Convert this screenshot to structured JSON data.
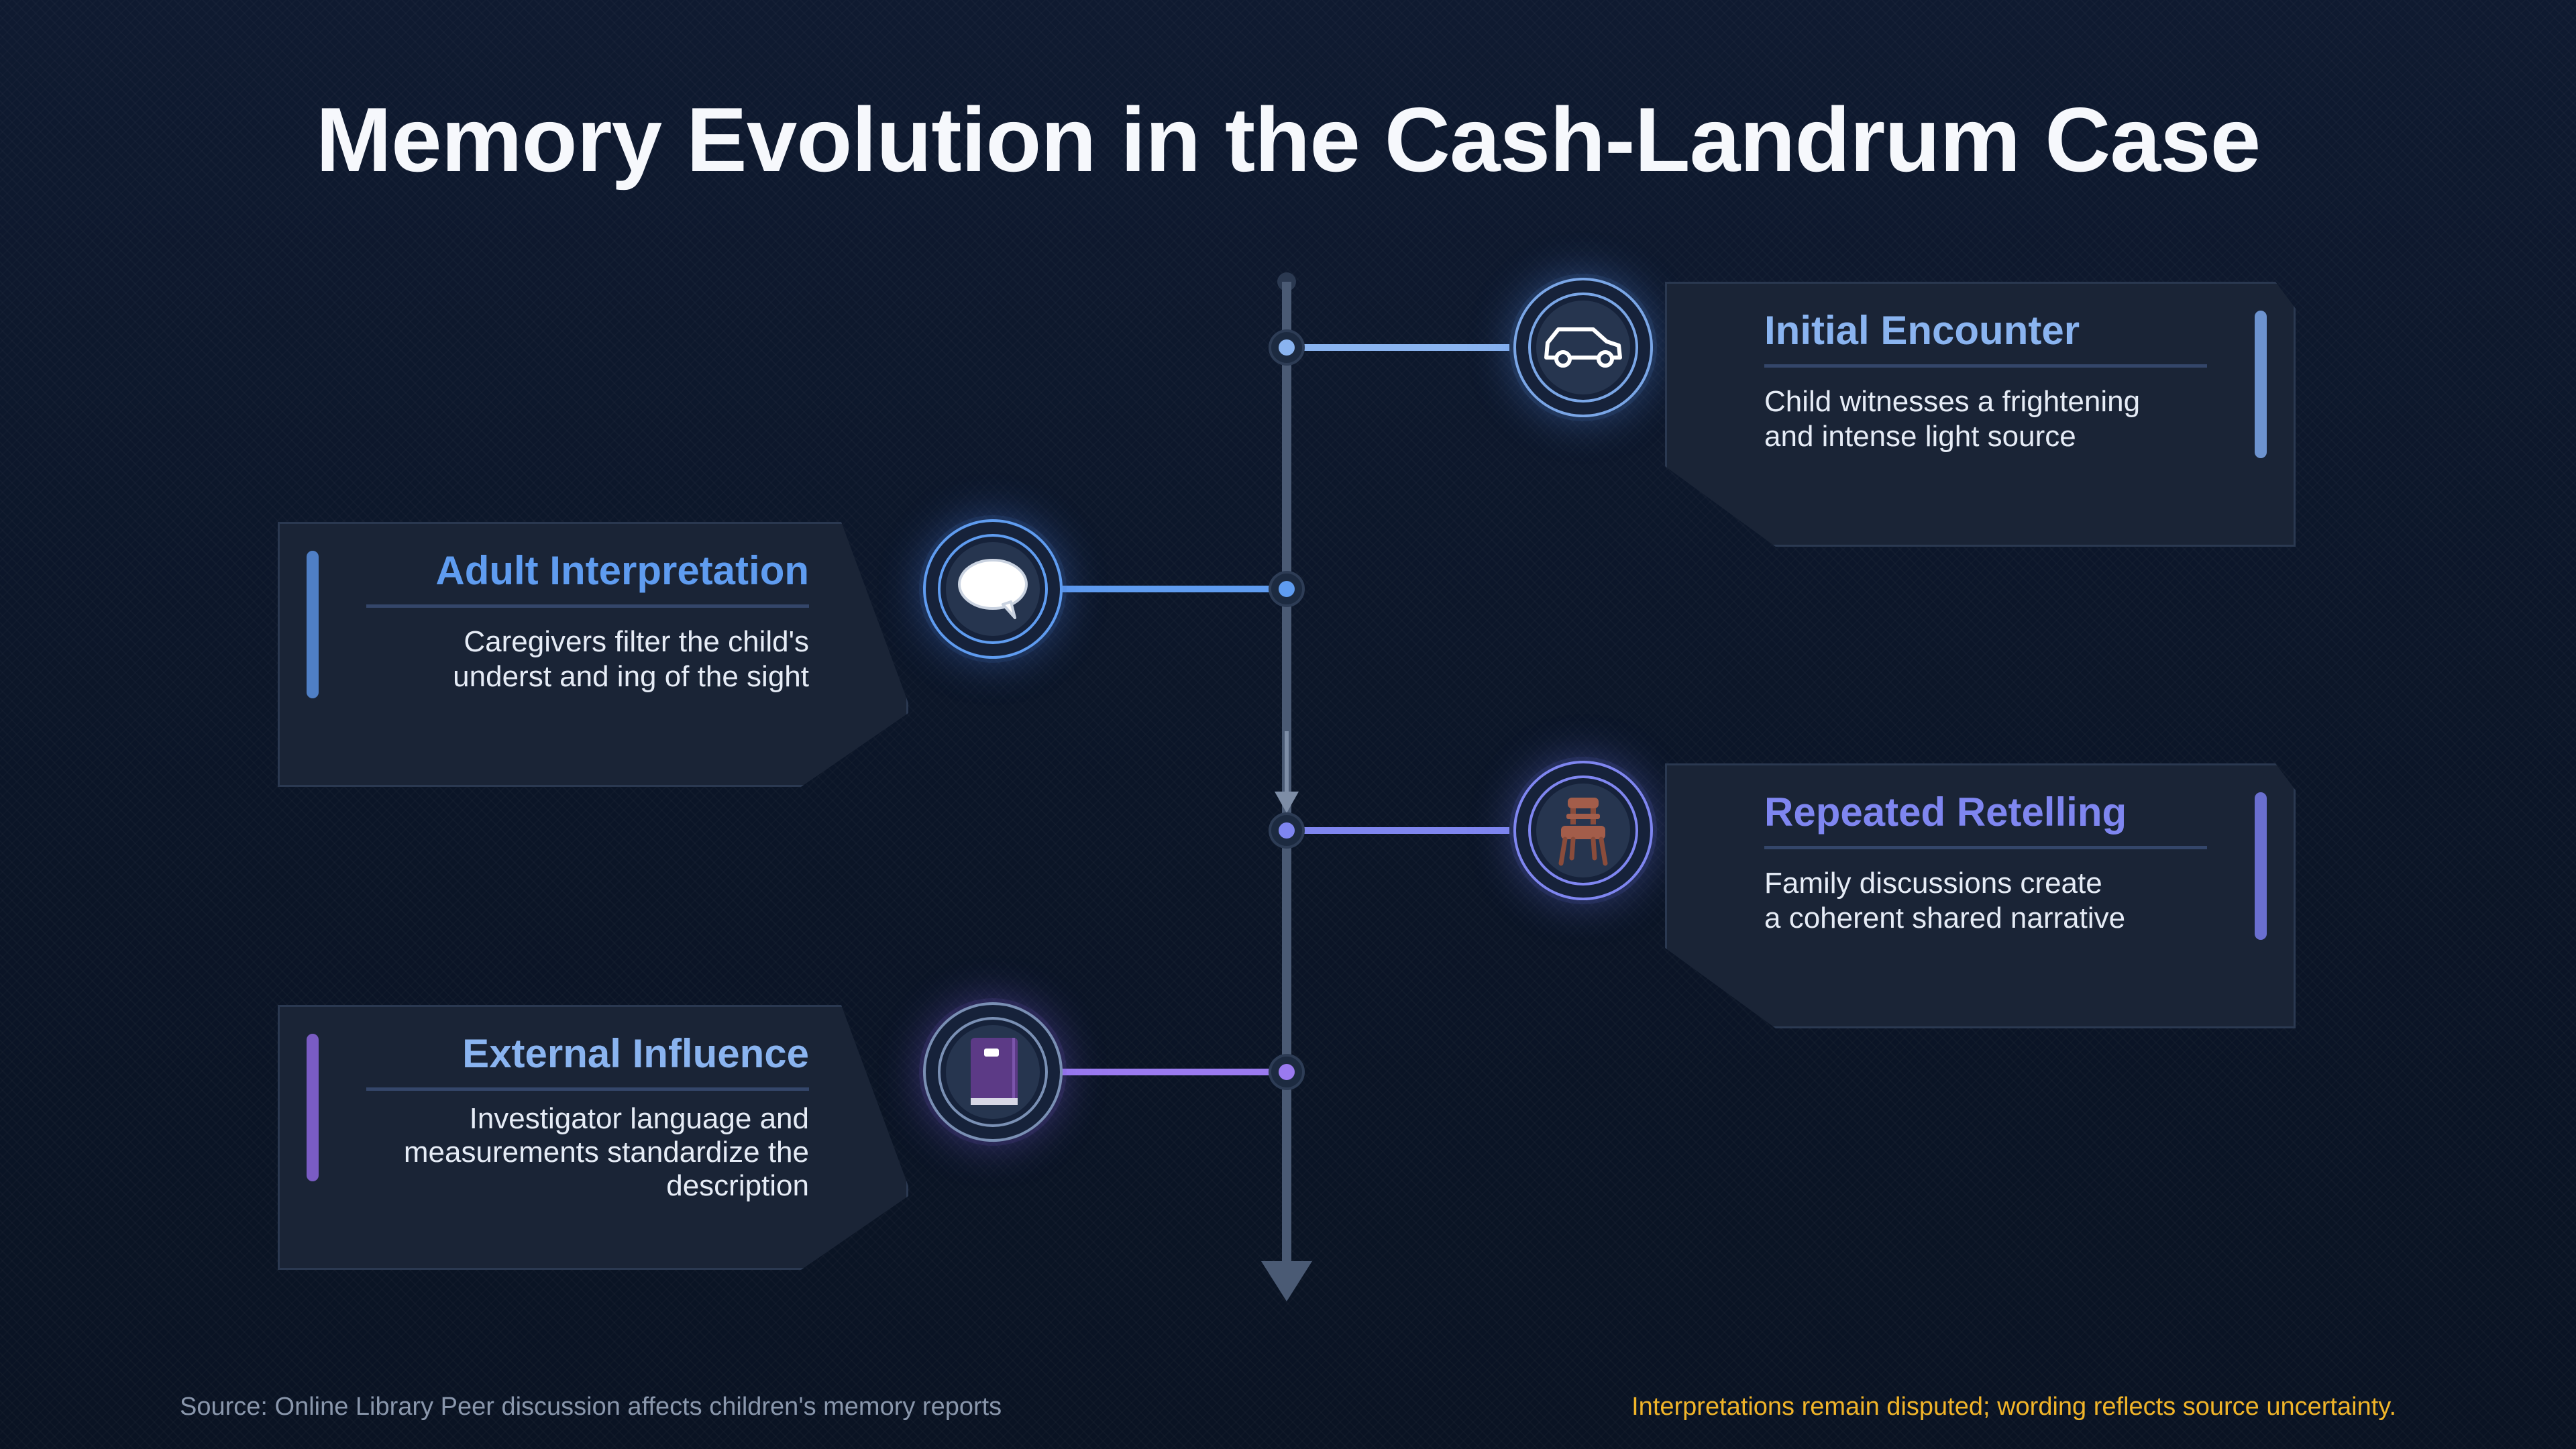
{
  "title": "Memory Evolution in the Cash-Landrum Case",
  "stages": [
    {
      "title": "Initial Encounter",
      "description_lines": [
        "Child witnesses a frightening",
        "and intense light source"
      ],
      "icon": "car-icon",
      "color": "#8ab4f0"
    },
    {
      "title": "Adult Interpretation",
      "description_lines": [
        "Caregivers filter the child's",
        "underst and ing of the sight"
      ],
      "icon": "speech-bubble-icon",
      "color": "#5f9cf0"
    },
    {
      "title": "Repeated Retelling",
      "description_lines": [
        "Family discussions create",
        "a coherent shared narrative"
      ],
      "icon": "chair-icon",
      "color": "#7f86f0"
    },
    {
      "title": "External Influence",
      "description_lines": [
        "Investigator language and",
        "measurements standardize the",
        "description"
      ],
      "icon": "book-icon",
      "color": "#9a7af0"
    }
  ],
  "footer": {
    "source": "Source: Online Library Peer discussion affects children's memory reports",
    "note": "Interpretations remain disputed; wording reflects source uncertainty.",
    "note_color": "#f0b429"
  }
}
